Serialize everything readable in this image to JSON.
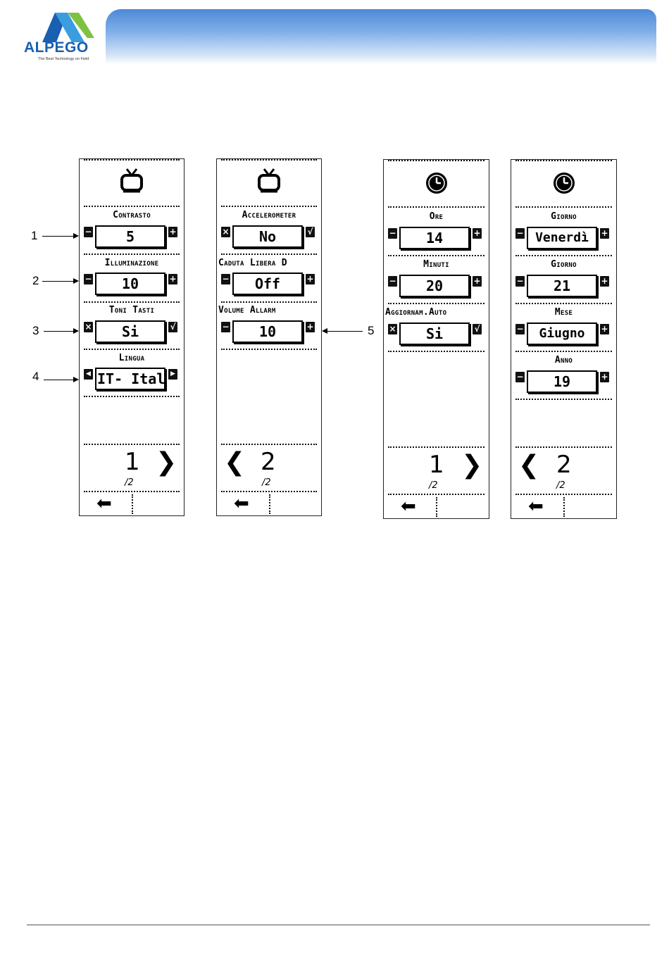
{
  "header": {
    "brand": "ALPEGO",
    "tagline": "The Best Technology on Field",
    "brand_color": "#1a5fb0"
  },
  "panels": [
    {
      "icon": "tv-icon",
      "rows": [
        {
          "label": "Contrasto",
          "left": "−",
          "value": "5",
          "right": "+"
        },
        {
          "label": "Illuminazione",
          "left": "−",
          "value": "10",
          "right": "+"
        },
        {
          "label": "Toni Tasti",
          "left": "×",
          "value": "Si",
          "right": "√"
        },
        {
          "label": "Lingua",
          "left": "◀",
          "value": "IT- Itali",
          "right": "▶"
        }
      ],
      "page": "1",
      "total": "/2",
      "nav": "next"
    },
    {
      "icon": "tv-icon",
      "rows": [
        {
          "label": "Accelerometer",
          "left": "×",
          "value": "No",
          "right": "√"
        },
        {
          "label": "Caduta Libera D",
          "left": "−",
          "value": "Off",
          "right": "+"
        },
        {
          "label": "Volume Allarm",
          "left": "−",
          "value": "10",
          "right": "+"
        }
      ],
      "page": "2",
      "total": "/2",
      "nav": "prev"
    },
    {
      "icon": "clock-icon",
      "rows": [
        {
          "label": "Ore",
          "left": "−",
          "value": "14",
          "right": "+"
        },
        {
          "label": "Minuti",
          "left": "−",
          "value": "20",
          "right": "+"
        },
        {
          "label": "Aggiornam.Auto",
          "left": "×",
          "value": "Si",
          "right": "√"
        }
      ],
      "page": "1",
      "total": "/2",
      "nav": "next"
    },
    {
      "icon": "clock-icon",
      "rows": [
        {
          "label": "Giorno",
          "left": "−",
          "value": "Venerdì",
          "right": "+"
        },
        {
          "label": "Giorno",
          "left": "−",
          "value": "21",
          "right": "+"
        },
        {
          "label": "Mese",
          "left": "−",
          "value": "Giugno",
          "right": "+"
        },
        {
          "label": "Anno",
          "left": "−",
          "value": "19",
          "right": "+"
        }
      ],
      "page": "2",
      "total": "/2",
      "nav": "prev"
    }
  ],
  "callouts": [
    "1",
    "2",
    "3",
    "4",
    "5"
  ]
}
